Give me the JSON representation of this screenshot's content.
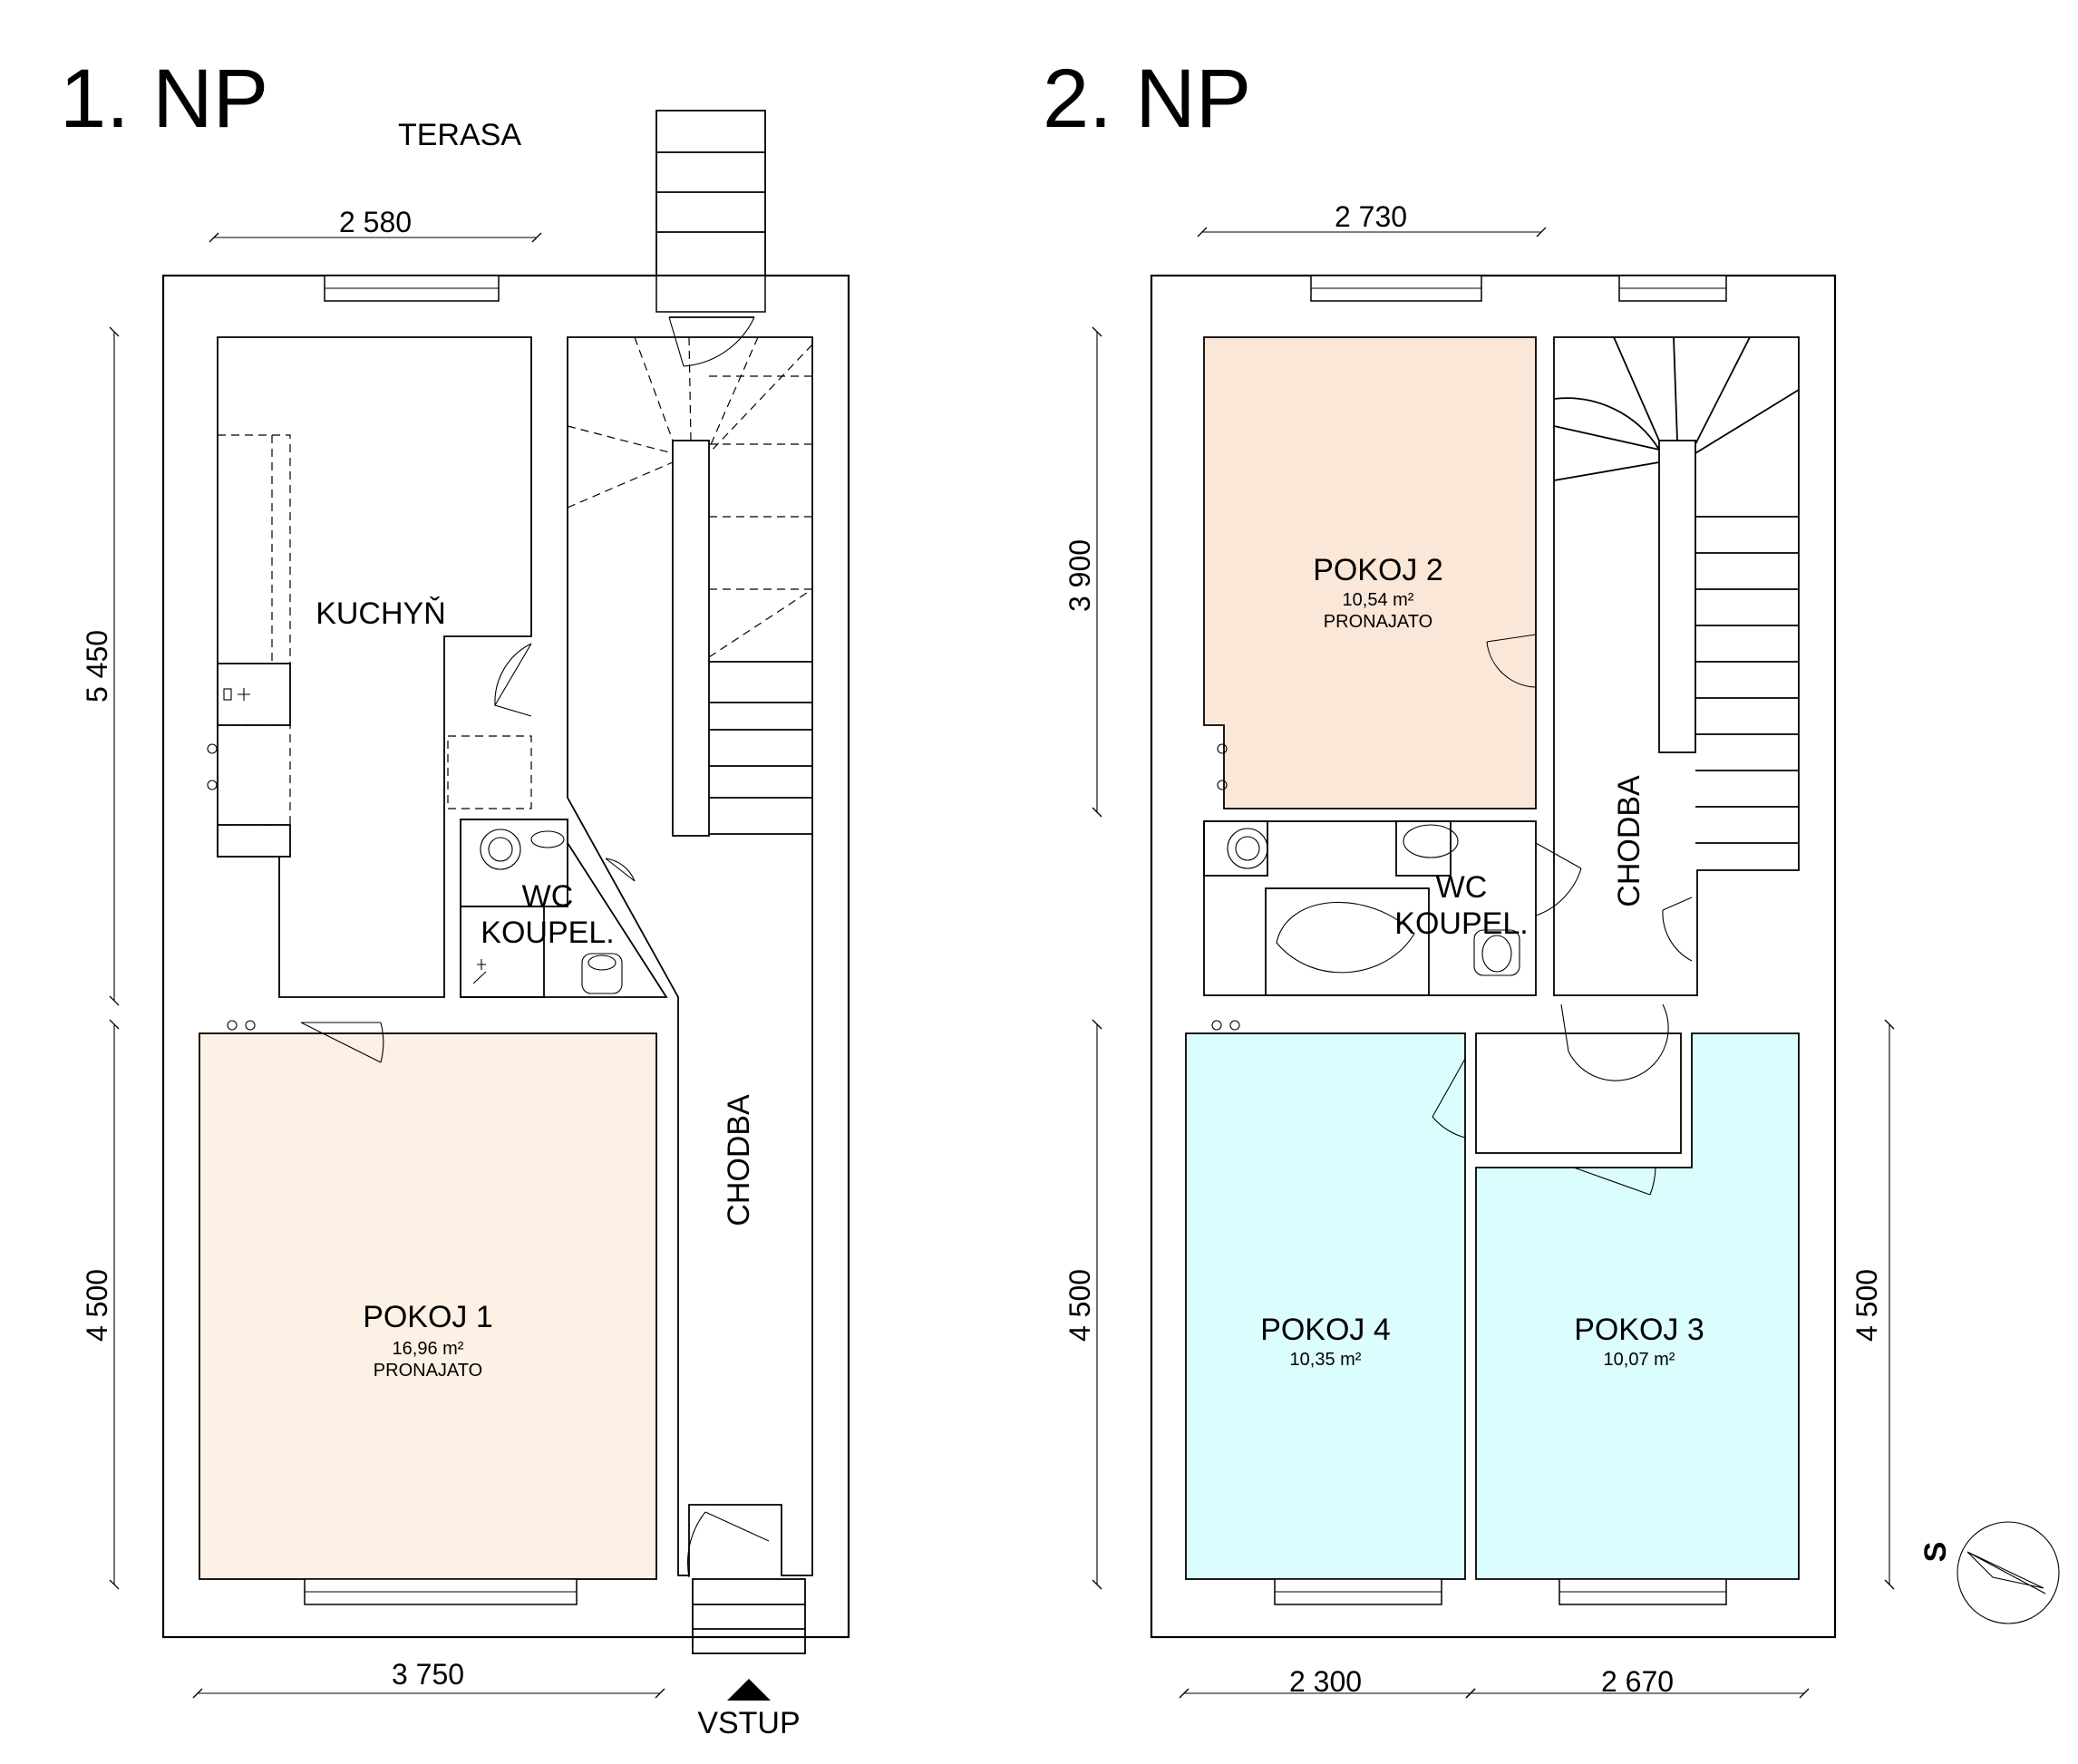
{
  "floors": {
    "first": {
      "title": "1. NP",
      "terrace_label": "TERASA",
      "entrance_label": "VSTUP",
      "rooms": {
        "kitchen": {
          "name": "KUCHYŇ"
        },
        "wc": {
          "name_line1": "WC",
          "name_line2": "KOUPEL."
        },
        "corridor": {
          "name": "CHODBA"
        },
        "room1": {
          "name": "POKOJ 1",
          "area": "16,96 m²",
          "status": "PRONAJATO",
          "fill": "#fdf0e4"
        }
      },
      "dimensions": {
        "top": "2 580",
        "bottom": "3 750",
        "left_upper": "5 450",
        "left_lower": "4 500"
      }
    },
    "second": {
      "title": "2. NP",
      "rooms": {
        "room2": {
          "name": "POKOJ 2",
          "area": "10,54 m²",
          "status": "PRONAJATO",
          "fill": "#fbe7d8"
        },
        "wc": {
          "name_line1": "WC",
          "name_line2": "KOUPEL."
        },
        "corridor": {
          "name": "CHODBA"
        },
        "room4": {
          "name": "POKOJ 4",
          "area": "10,35 m²",
          "fill": "#dcfdfd"
        },
        "room3": {
          "name": "POKOJ 3",
          "area": "10,07 m²",
          "fill": "#dcfdfd"
        }
      },
      "dimensions": {
        "top": "2 730",
        "left_upper": "3 900",
        "left_lower": "4 500",
        "right": "4 500",
        "bottom_left": "2 300",
        "bottom_right": "2 670"
      }
    }
  },
  "compass": {
    "label": "S"
  }
}
